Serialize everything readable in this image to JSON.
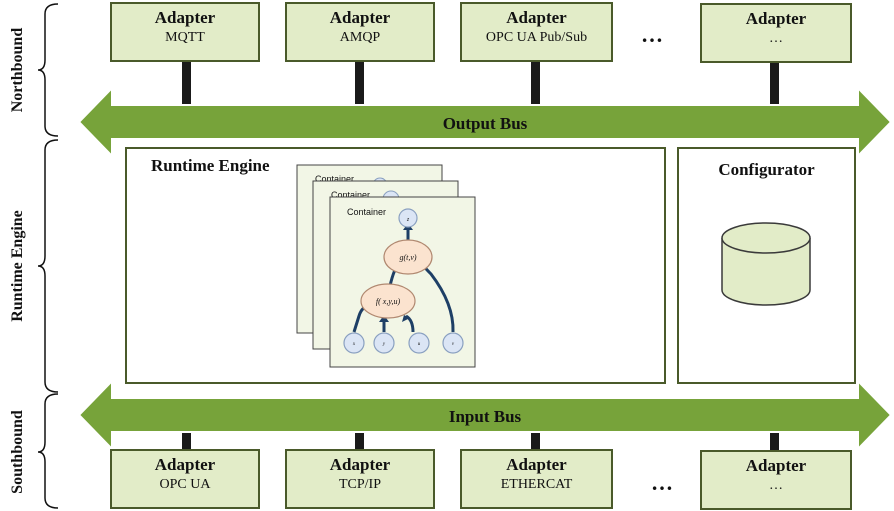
{
  "side_labels": {
    "north": "Northbound",
    "runtime": "Runtime Engine",
    "south": "Southbound"
  },
  "north_adapters": [
    {
      "title": "Adapter",
      "sub": "MQTT"
    },
    {
      "title": "Adapter",
      "sub": "AMQP"
    },
    {
      "title": "Adapter",
      "sub": "OPC UA Pub/Sub"
    },
    {
      "title": "Adapter",
      "sub": "…"
    }
  ],
  "south_adapters": [
    {
      "title": "Adapter",
      "sub": "OPC UA"
    },
    {
      "title": "Adapter",
      "sub": "TCP/IP"
    },
    {
      "title": "Adapter",
      "sub": "ETHERCAT"
    },
    {
      "title": "Adapter",
      "sub": "…"
    }
  ],
  "ellipsis": "…",
  "output_bus": "Output Bus",
  "input_bus": "Input Bus",
  "runtime_engine": {
    "title": "Runtime Engine",
    "container_label": "Container",
    "nodes": {
      "top": "z",
      "g": "g(t,v)",
      "f": "f( x,y,u)",
      "in1": "x",
      "in2": "y",
      "in3": "u",
      "in4": "v"
    }
  },
  "configurator": {
    "title": "Configurator"
  },
  "colors": {
    "green_bus": "#77a33a",
    "adapter_fill": "#e2ecc8",
    "border_dark": "#4a5a2a",
    "node_fill": "#fbe3cf",
    "input_node_fill": "#dbe5f5",
    "edge_blue": "#1e3f66"
  }
}
